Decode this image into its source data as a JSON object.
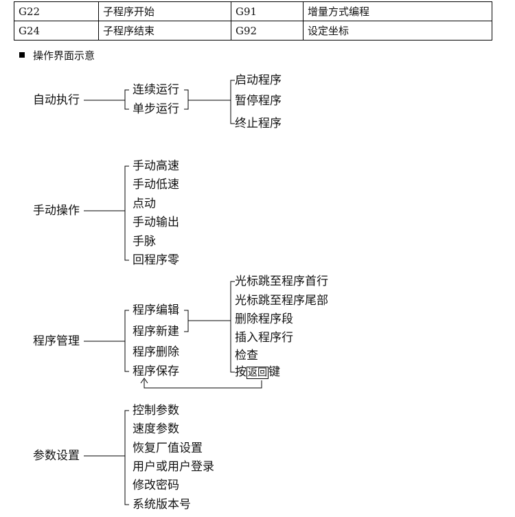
{
  "table": {
    "rows": [
      [
        "G22",
        "子程序开始",
        "G91",
        "增量方式编程"
      ],
      [
        "G24",
        "子程序结束",
        "G92",
        "设定坐标"
      ]
    ]
  },
  "heading": "操作界面示意",
  "auto": {
    "label": "自动执行",
    "modes": [
      "连续运行",
      "单步运行"
    ],
    "actions": [
      "启动程序",
      "暂停程序",
      "终止程序"
    ]
  },
  "manual": {
    "label": "手动操作",
    "items": [
      "手动高速",
      "手动低速",
      "点动",
      "手动输出",
      "手脉",
      "回程序零"
    ]
  },
  "program": {
    "label": "程序管理",
    "items": [
      "程序编辑",
      "程序新建",
      "程序删除",
      "程序保存"
    ],
    "edit_actions": [
      "光标跳至程序首行",
      "光标跳至程序尾部",
      "删除程序段",
      "插入程序行",
      "检查"
    ],
    "press_prefix": "按",
    "return_key": "返回",
    "press_suffix": "键"
  },
  "params": {
    "label": "参数设置",
    "items": [
      "控制参数",
      "速度参数",
      "恢复厂值设置",
      "用户或用户登录",
      "修改密码",
      "系统版本号"
    ]
  }
}
